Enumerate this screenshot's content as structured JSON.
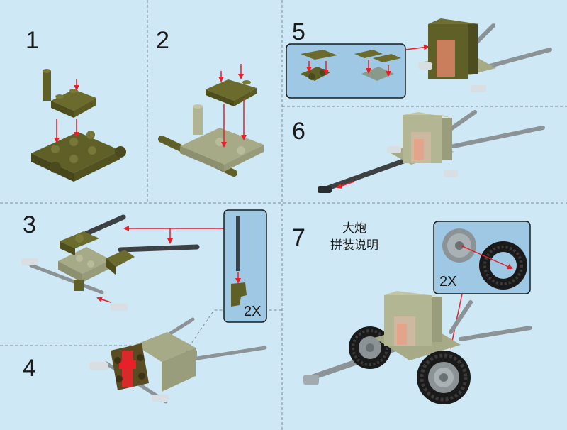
{
  "steps": [
    {
      "number": "1"
    },
    {
      "number": "2"
    },
    {
      "number": "3"
    },
    {
      "number": "4"
    },
    {
      "number": "5"
    },
    {
      "number": "6"
    },
    {
      "number": "7"
    }
  ],
  "title": {
    "line1": "大炮",
    "line2": "拼装说明"
  },
  "callouts": {
    "step3_qty": "2X",
    "step7_qty": "2X"
  },
  "colors": {
    "background": "#cfe8f5",
    "olive": "#5f5f28",
    "tan": "#a6aa86",
    "gray": "#8c9396",
    "dark_gray": "#3d4144",
    "arrow": "#e8202a",
    "callout_bg": "#9ec8e4"
  }
}
